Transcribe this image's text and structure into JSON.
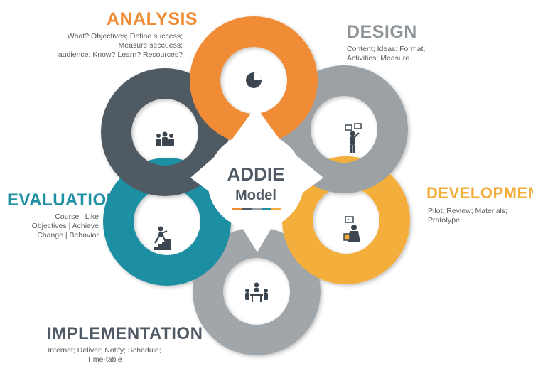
{
  "center": {
    "title": "ADDIE",
    "subtitle": "Model"
  },
  "colors": {
    "analysis": "#f08c34",
    "design": "#9aa0a3",
    "development": "#f3ae3a",
    "implementation": "#9ca3a7",
    "evaluation": "#1f8fa2",
    "dark": "#505a64"
  },
  "phases": {
    "analysis": {
      "title": "ANALYSIS",
      "lines": [
        "What? Objectives; Define success;",
        "Measure seccuess;",
        "audience; Know? Learn? Resources?"
      ],
      "icon": "pie-chart-icon"
    },
    "design": {
      "title": "DESIGN",
      "lines": [
        "Content; Ideas: Format;",
        "Activities; Measure"
      ],
      "icon": "presenter-icon"
    },
    "development": {
      "title": "DEVELOPMENT",
      "lines": [
        "Pilot; Review; Materials;",
        "Prototype"
      ],
      "icon": "developer-icon"
    },
    "implementation": {
      "title": "IMPLEMENTATION",
      "lines": [
        "Internet; Deliver; Notify; Schedule;",
        "Time-table"
      ],
      "icon": "meeting-icon"
    },
    "evaluation": {
      "title": "EVALUATION",
      "lines": [
        "Course | Like",
        "Objectives | Achieve",
        "Change | Behavior"
      ],
      "icon": "climber-icon"
    },
    "audience": {
      "icon": "team-icon"
    }
  }
}
